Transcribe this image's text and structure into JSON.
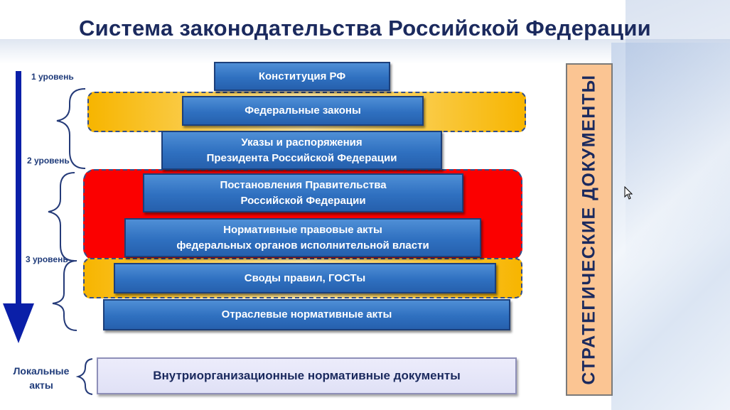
{
  "title": "Система законодательства Российской Федерации",
  "levels": {
    "level1": "1 уровень",
    "level2": "2 уровень",
    "level3": "3 уровень"
  },
  "local_acts_label_line1": "Локальные",
  "local_acts_label_line2": "акты",
  "hierarchy": [
    {
      "line1": "Конституция РФ",
      "line2": ""
    },
    {
      "line1": "Федеральные законы",
      "line2": ""
    },
    {
      "line1": "Указы и распоряжения",
      "line2": "Президента Российской Федерации"
    },
    {
      "line1": "Постановления Правительства",
      "line2": "Российской Федерации"
    },
    {
      "line1": "Нормативные правовые акты",
      "line2": "федеральных органов исполнительной власти"
    },
    {
      "line1": "Своды правил, ГОСТы",
      "line2": ""
    },
    {
      "line1": "Отраслевые нормативные акты",
      "line2": ""
    }
  ],
  "local_documents": "Внутриорганизационные нормативные документы",
  "strategic_documents": "СТРАТЕГИЧЕСКИЕ ДОКУМЕНТЫ",
  "colors": {
    "box_blue": "#2f70c0",
    "highlight_yellow": "#f7b500",
    "highlight_red": "#fb0000",
    "strategic_bg": "#fbc593",
    "arrow": "#0a1fa8",
    "title": "#1b2a5e"
  }
}
